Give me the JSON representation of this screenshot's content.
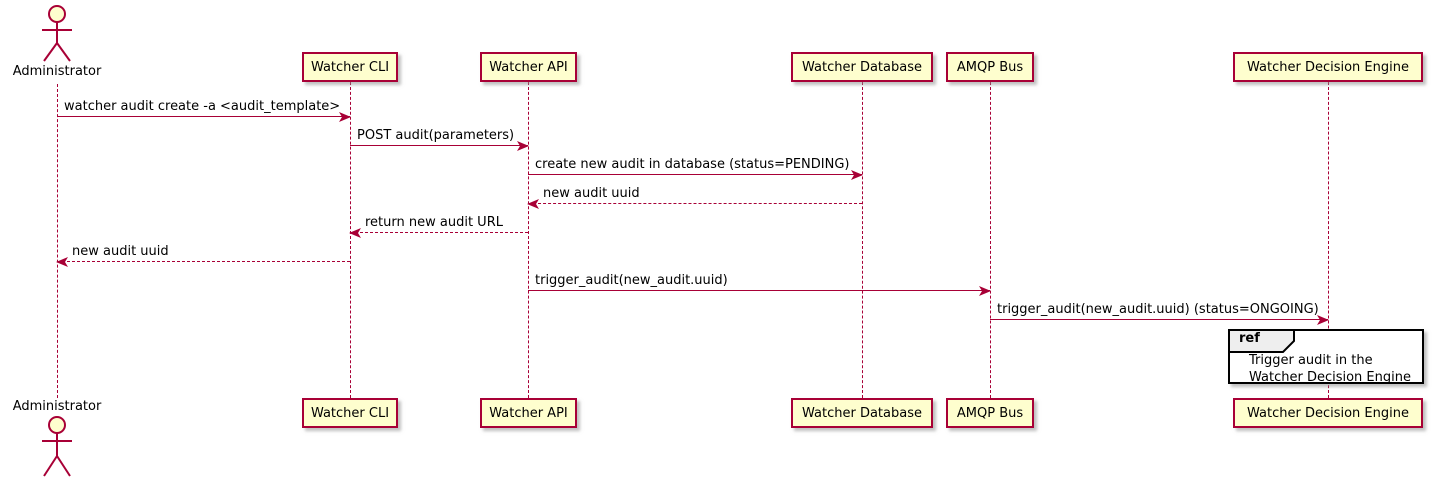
{
  "participants": [
    {
      "name": "Administrator",
      "kind": "actor"
    },
    {
      "name": "Watcher CLI",
      "kind": "participant"
    },
    {
      "name": "Watcher API",
      "kind": "participant"
    },
    {
      "name": "Watcher Database",
      "kind": "participant"
    },
    {
      "name": "AMQP Bus",
      "kind": "participant"
    },
    {
      "name": "Watcher Decision Engine",
      "kind": "participant"
    }
  ],
  "messages": [
    {
      "from": "Administrator",
      "to": "Watcher CLI",
      "text": "watcher audit create -a <audit_template>",
      "line": "solid",
      "direction": "right"
    },
    {
      "from": "Watcher CLI",
      "to": "Watcher API",
      "text": "POST audit(parameters)",
      "line": "solid",
      "direction": "right"
    },
    {
      "from": "Watcher API",
      "to": "Watcher Database",
      "text": "create new audit in database (status=PENDING)",
      "line": "solid",
      "direction": "right"
    },
    {
      "from": "Watcher Database",
      "to": "Watcher API",
      "text": "new audit uuid",
      "line": "dashed",
      "direction": "left"
    },
    {
      "from": "Watcher API",
      "to": "Watcher CLI",
      "text": "return new audit URL",
      "line": "dashed",
      "direction": "left"
    },
    {
      "from": "Watcher CLI",
      "to": "Administrator",
      "text": "new audit uuid",
      "line": "dashed",
      "direction": "left"
    },
    {
      "from": "Watcher API",
      "to": "AMQP Bus",
      "text": "trigger_audit(new_audit.uuid)",
      "line": "solid",
      "direction": "right"
    },
    {
      "from": "AMQP Bus",
      "to": "Watcher Decision Engine",
      "text": "trigger_audit(new_audit.uuid) (status=ONGOING)",
      "line": "solid",
      "direction": "right"
    }
  ],
  "ref": {
    "keyword": "ref",
    "lines": [
      "Trigger audit in the",
      "Watcher Decision Engine"
    ]
  },
  "colors": {
    "participant_fill": "#FEFECE",
    "participant_border": "#A80036",
    "arrow": "#A80036",
    "lifeline": "#A80036",
    "text": "#000000",
    "ref_border": "#000000",
    "ref_tab_fill": "#EEEEEE",
    "background": "#FFFFFF"
  }
}
